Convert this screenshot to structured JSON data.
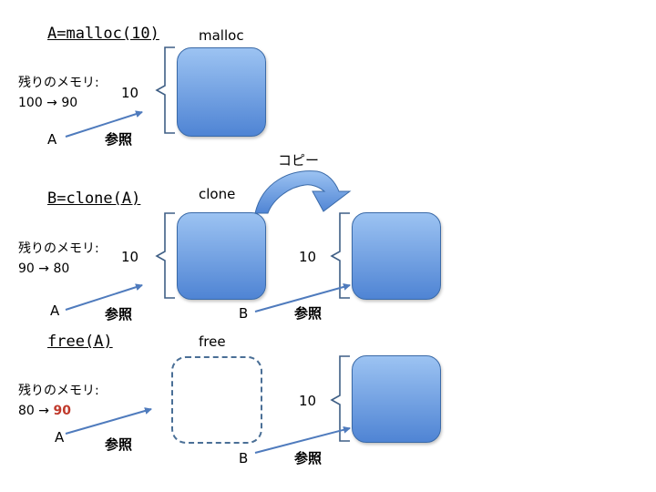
{
  "sections": [
    {
      "code": "A=malloc(10)",
      "op_label": "malloc",
      "mem_label": "残りのメモリ:",
      "mem_change": "100 → 90",
      "size_label": "10",
      "var_label": "A",
      "ref_label": "参照"
    },
    {
      "code": "B=clone(A)",
      "op_label": "clone",
      "copy_label": "コピー",
      "mem_label": "残りのメモリ:",
      "mem_change": "90 → 80",
      "size_label": "10",
      "size_label_b": "10",
      "var_label": "A",
      "var_label_b": "B",
      "ref_label": "参照",
      "ref_label_b": "参照"
    },
    {
      "code": "free(A)",
      "op_label": "free",
      "mem_label": "残りのメモリ:",
      "mem_from": "80 → ",
      "mem_to": "90",
      "size_label_b": "10",
      "var_label": "A",
      "var_label_b": "B",
      "ref_label": "参照",
      "ref_label_b": "参照"
    }
  ],
  "colors": {
    "block_top": "#9cc3f2",
    "block_bottom": "#4f84d4",
    "arrow": "#4f7bbd",
    "highlight": "#c0392b"
  }
}
